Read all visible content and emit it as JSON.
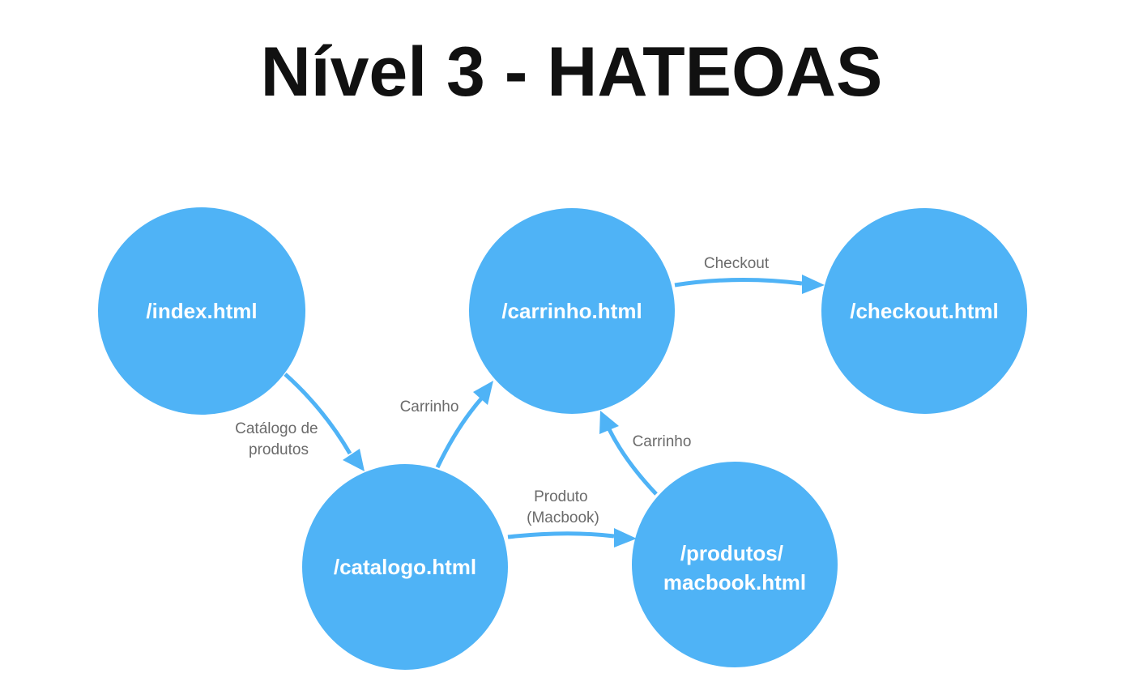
{
  "title": "Nível 3 - HATEOAS",
  "colors": {
    "node": "#4fb3f6",
    "edge": "#4fb3f6",
    "edge_label": "#6b6b6b",
    "title": "#111111"
  },
  "nodes": {
    "index": {
      "lines": [
        "/index.html"
      ]
    },
    "catalogo": {
      "lines": [
        "/catalogo.html"
      ]
    },
    "carrinho": {
      "lines": [
        "/carrinho.html"
      ]
    },
    "checkout": {
      "lines": [
        "/checkout.html"
      ]
    },
    "produto": {
      "lines": [
        "/produtos/",
        "macbook.html"
      ]
    }
  },
  "edges": {
    "index_catalogo": {
      "lines": [
        "Catálogo de",
        "produtos"
      ]
    },
    "catalogo_carrinho": {
      "lines": [
        "Carrinho"
      ]
    },
    "carrinho_checkout": {
      "lines": [
        "Checkout"
      ]
    },
    "catalogo_produto": {
      "lines": [
        "Produto",
        "(Macbook)"
      ]
    },
    "produto_carrinho": {
      "lines": [
        "Carrinho"
      ]
    }
  }
}
